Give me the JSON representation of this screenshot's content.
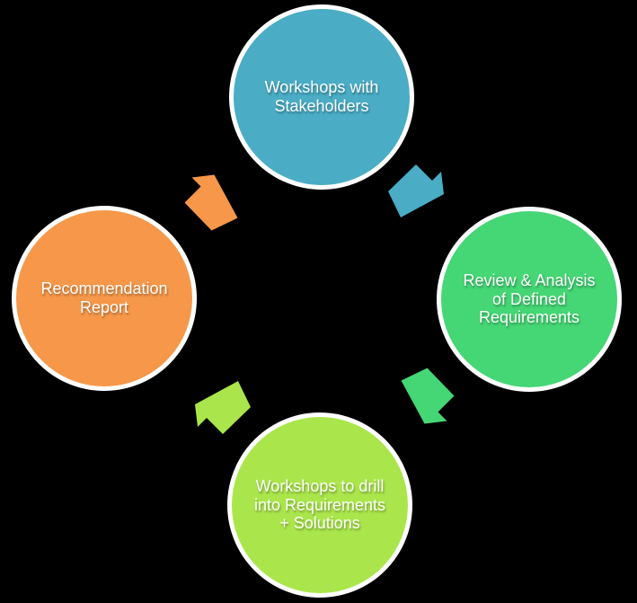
{
  "background_color": "#000000",
  "diagram": {
    "type": "cycle",
    "flow": "clockwise",
    "ring_color": "#FFFFFF",
    "text_color": "#FFFFFF",
    "stages": [
      {
        "label": "Workshops with Stakeholders",
        "color": "#4AACC5",
        "position": "top"
      },
      {
        "label": "Review & Analysis of Defined Requirements",
        "color": "#45D675",
        "position": "right"
      },
      {
        "label": "Workshops to drill into Requirements + Solutions",
        "color": "#AAE64B",
        "position": "bottom"
      },
      {
        "label": "Recommendation Report",
        "color": "#F69749",
        "position": "left"
      }
    ],
    "arrows": [
      {
        "from": "Workshops with Stakeholders",
        "to": "Review & Analysis of Defined Requirements",
        "color": "#4AACC5",
        "position": "top-right"
      },
      {
        "from": "Review & Analysis of Defined Requirements",
        "to": "Workshops to drill into Requirements + Solutions",
        "color": "#45D675",
        "position": "bottom-right"
      },
      {
        "from": "Workshops to drill into Requirements + Solutions",
        "to": "Recommendation Report",
        "color": "#AAE64B",
        "position": "bottom-left"
      },
      {
        "from": "Recommendation Report",
        "to": "Workshops with Stakeholders",
        "color": "#F69749",
        "position": "top-left"
      }
    ]
  }
}
